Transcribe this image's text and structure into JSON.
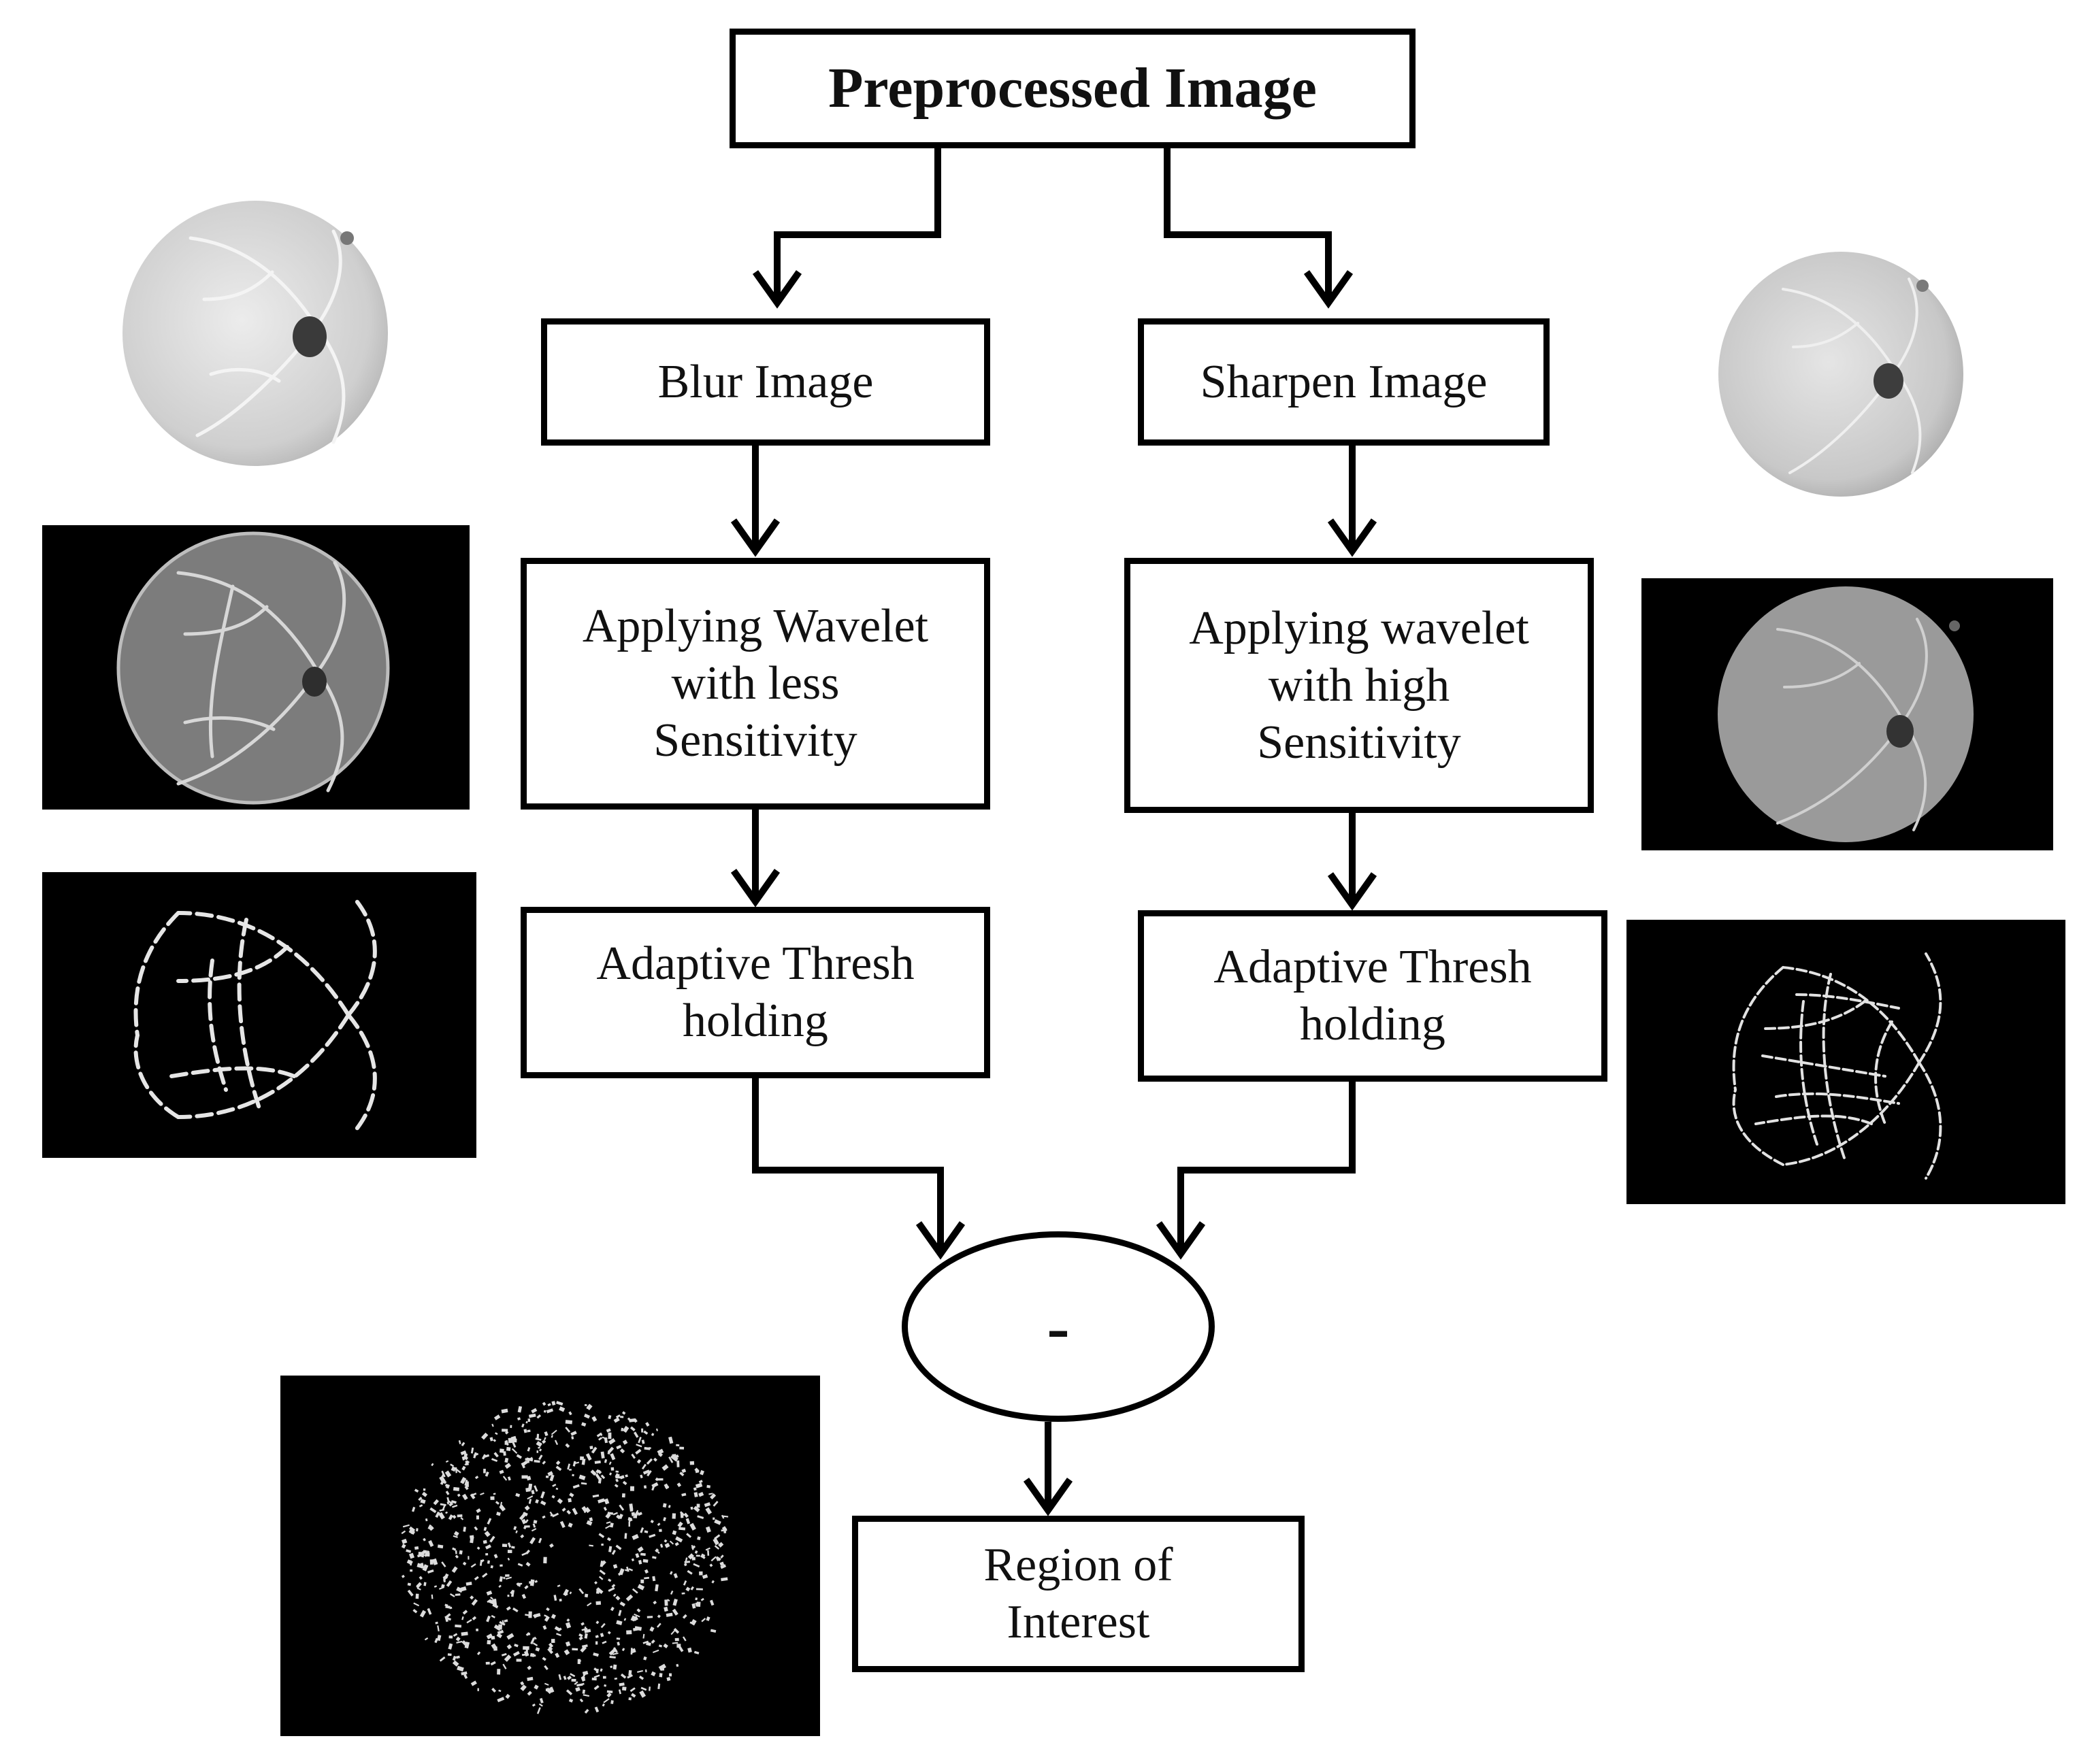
{
  "top": {
    "label": "Preprocessed Image"
  },
  "left_branch": {
    "step1": "Blur Image",
    "step2": "Applying Wavelet\nwith less\nSensitivity",
    "step3": "Adaptive Thresh\nholding"
  },
  "right_branch": {
    "step1": "Sharpen Image",
    "step2": "Applying wavelet\nwith high\nSensitivity",
    "step3": "Adaptive Thresh\nholding"
  },
  "operator": {
    "symbol": "-"
  },
  "output": {
    "label": "Region of\nInterest"
  },
  "colors": {
    "line": "#000000",
    "background": "#ffffff",
    "thumb_background": "#000000",
    "fundus_light": "#d4d4d4",
    "fundus_gray": "#8a8a8a",
    "vessel": "#e8e8e8"
  }
}
